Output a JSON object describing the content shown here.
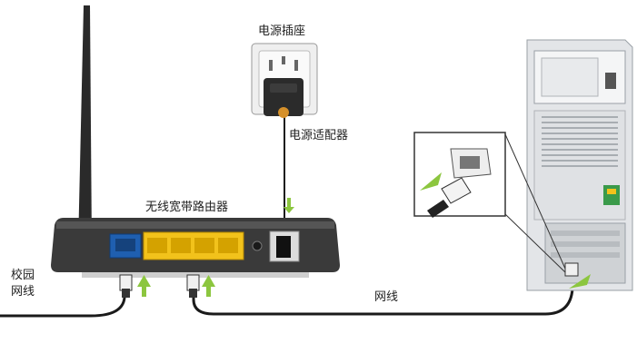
{
  "labels": {
    "power_socket": "电源插座",
    "power_adapter": "电源适配器",
    "router": "无线宽带路由器",
    "campus_line_1": "校园",
    "campus_line_2": "网线",
    "lan_cable": "网线"
  },
  "colors": {
    "router_body": "#3a3a3a",
    "lan_ports": "#f2c21b",
    "wan_port": "#1f5fb0",
    "arrow": "#8cc63f",
    "cable": "#1a1a1a",
    "pc_case": "#e3e5e8"
  },
  "icons": [
    "antenna-icon",
    "power-plug-icon",
    "ethernet-connector-icon",
    "up-arrow-icon"
  ]
}
